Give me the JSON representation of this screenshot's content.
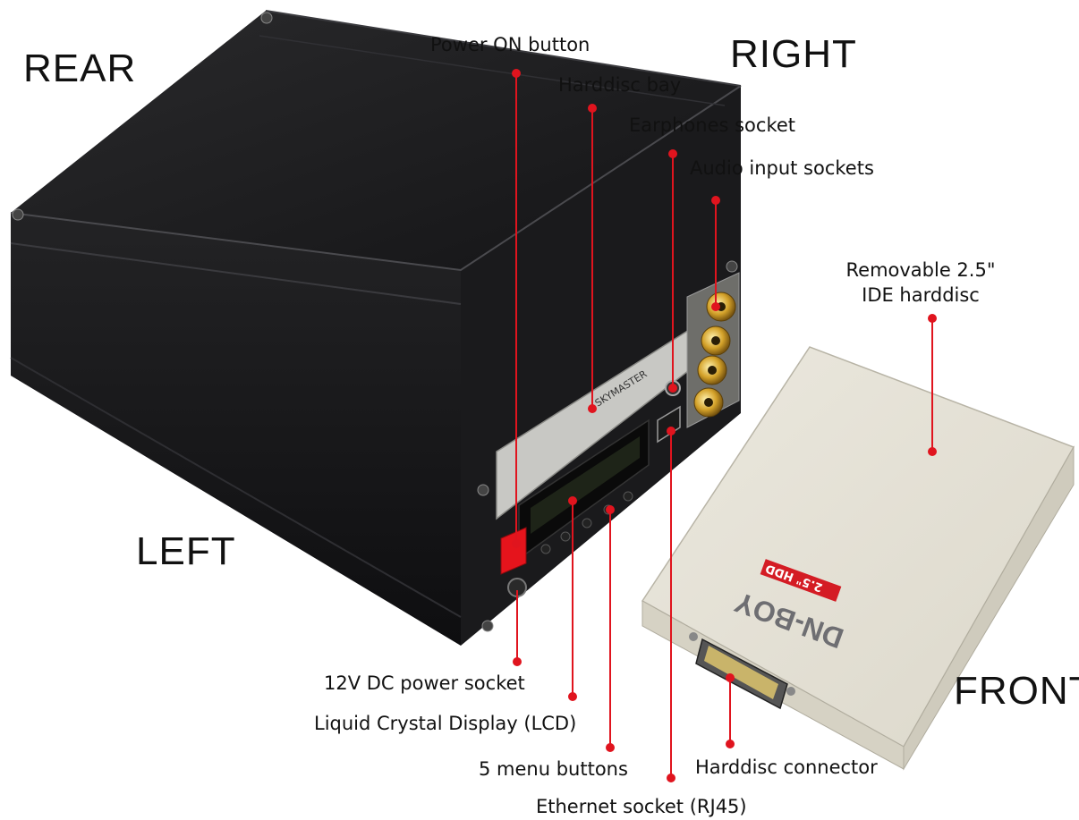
{
  "sides": {
    "rear": "REAR",
    "right": "RIGHT",
    "left": "LEFT",
    "front": "FRONT"
  },
  "callouts": {
    "power_on_button": "Power ON button",
    "harddisc_bay": "Harddisc bay",
    "earphones_socket": "Earphones socket",
    "audio_input_sockets": "Audio input sockets",
    "removable_harddisc_line1": "Removable 2.5\"",
    "removable_harddisc_line2": "IDE harddisc",
    "dc_power_socket": "12V DC power socket",
    "lcd": "Liquid Crystal Display (LCD)",
    "menu_buttons": "5 menu buttons",
    "harddisc_connector": "Harddisc connector",
    "ethernet_socket": "Ethernet socket (RJ45)"
  },
  "device_markings": {
    "brand": "SKYMASTER",
    "drive_brand": "DN-BOY",
    "drive_badge": "2.5\" HDD"
  },
  "colors": {
    "leader": "#e0141e",
    "case": "#1c1c1e",
    "drive": "#e6e3d8"
  }
}
